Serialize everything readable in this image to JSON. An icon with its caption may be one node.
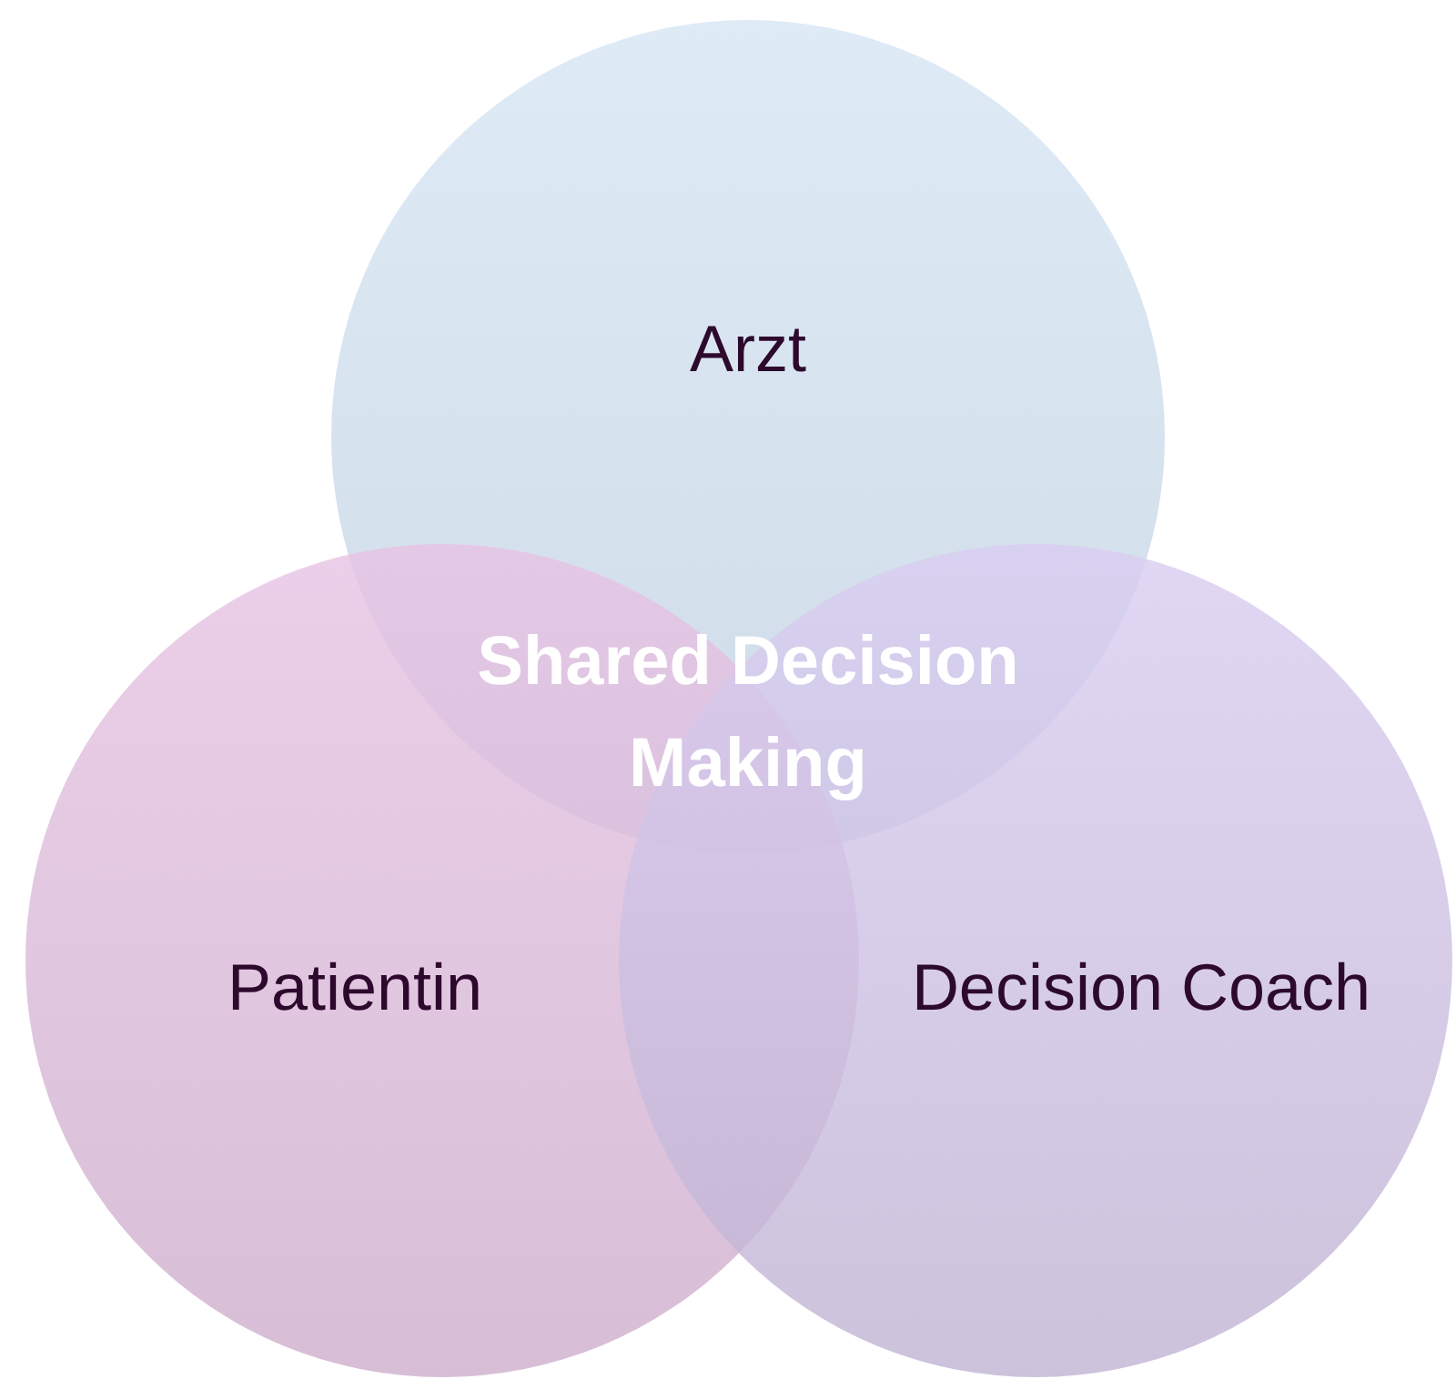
{
  "diagram": {
    "nodes": [
      {
        "text": [
          "Arzt"
        ]
      },
      {
        "text": [
          "Patientin"
        ]
      },
      {
        "text": [
          "Decision Coach"
        ]
      }
    ],
    "edges": [],
    "labels": [
      "Shared Decision Making"
    ]
  }
}
